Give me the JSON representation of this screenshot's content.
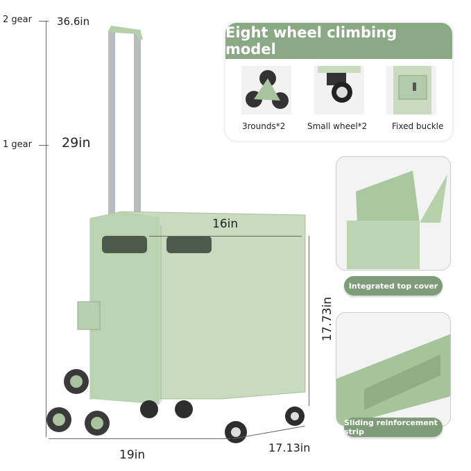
{
  "dimensions": {
    "gear2_label": "2 gear",
    "gear2_height": "36.6in",
    "gear1_label": "1 gear",
    "gear1_height": "29in",
    "top_width": "16in",
    "height": "17.73in",
    "bottom_width": "19in",
    "depth": "17.13in"
  },
  "feature_box": {
    "title": "Eight wheel climbing model",
    "items": [
      {
        "label": "3rounds*2",
        "icon": "tri-wheel-icon"
      },
      {
        "label": "Small wheel*2",
        "icon": "caster-wheel-icon"
      },
      {
        "label": "Fixed buckle",
        "icon": "buckle-icon"
      }
    ]
  },
  "panels": [
    {
      "label": "Integrated top cover"
    },
    {
      "label": "Sliding reinforcement strip"
    }
  ],
  "colors": {
    "accent": "#8ba884",
    "cart": "#c8dbbf"
  }
}
